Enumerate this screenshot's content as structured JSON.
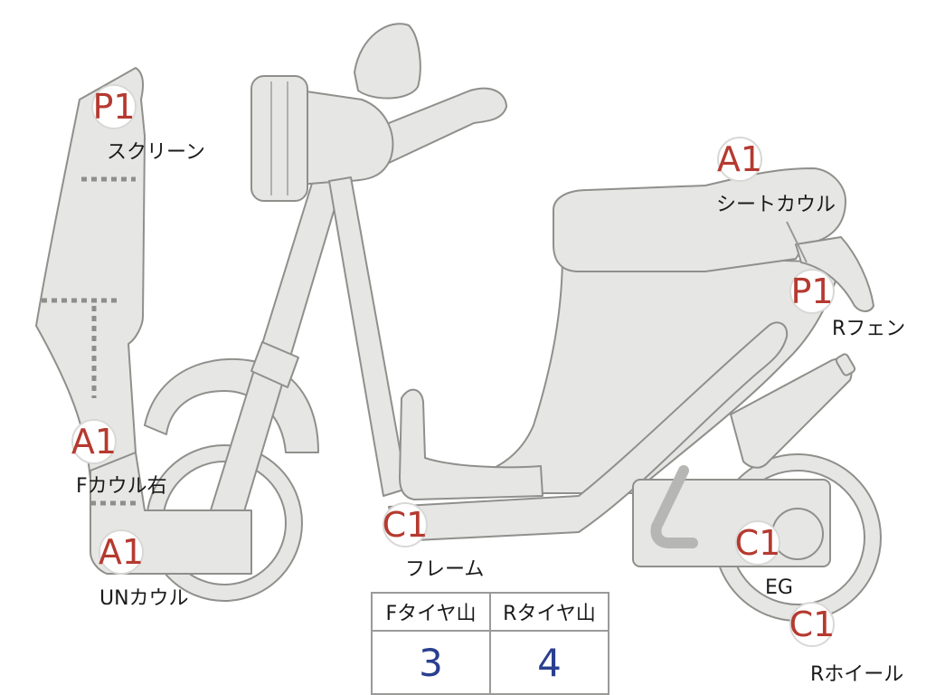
{
  "badges": [
    {
      "id": "screen",
      "grade": "P1",
      "label": "スクリーン"
    },
    {
      "id": "seat-cowl",
      "grade": "A1",
      "label": "シートカウル"
    },
    {
      "id": "r-fender",
      "grade": "P1",
      "label": "Rフェン"
    },
    {
      "id": "f-cowl-right",
      "grade": "A1",
      "label": "Fカウル右"
    },
    {
      "id": "un-cowl",
      "grade": "A1",
      "label": "UNカウル"
    },
    {
      "id": "frame",
      "grade": "C1",
      "label": "フレーム"
    },
    {
      "id": "engine",
      "grade": "C1",
      "label": "EG"
    },
    {
      "id": "r-wheel",
      "grade": "C1",
      "label": "Rホイール"
    }
  ],
  "tread_table": {
    "front_header": "Fタイヤ山",
    "rear_header": "Rタイヤ山",
    "front_value": "3",
    "rear_value": "4"
  },
  "colors": {
    "grade_text": "#b53a30",
    "value_text": "#2a3f8f",
    "part_fill": "#e6e6e4",
    "part_stroke": "#8f8f8c"
  }
}
